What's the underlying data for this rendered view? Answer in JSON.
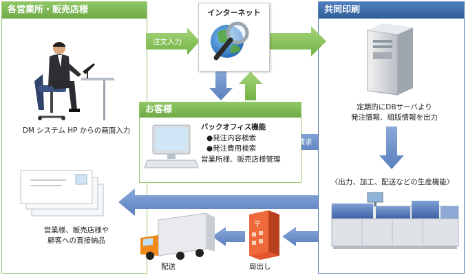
{
  "panels": {
    "left_title": "各営業所・販売店様",
    "right_title": "共同印刷",
    "customer_title": "お客様"
  },
  "internet": {
    "label": "インターネット"
  },
  "labels": {
    "order_entry": "注文入力",
    "request": "ご請求",
    "dm_entry": "DM システム HP からの画面入力",
    "delivery_line1": "営業様、販売店様や",
    "delivery_line2": "顧客への直接納品",
    "shipping": "配送",
    "post_office": "局出し",
    "db_line1": "定期的にDBサーバより",
    "db_line2": "発注情報、組版情報を出力",
    "production": "〈出力、加工、配送などの生産機能〉"
  },
  "backoffice": {
    "title": "バックオフィス機能",
    "items": [
      "●発注内容検索",
      "●発注費用検索"
    ],
    "footer": "営業所様、販売店様管理"
  },
  "colors": {
    "green_header": "#7ab850",
    "blue_header": "#3d6dab",
    "green_arrow": "#8cc75f",
    "blue_arrow": "#6b8fc9"
  }
}
